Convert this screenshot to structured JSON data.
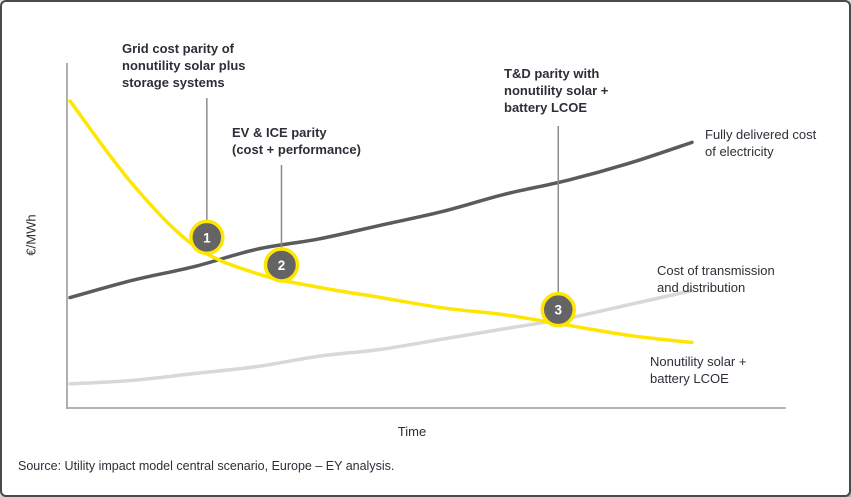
{
  "chart": {
    "y_axis_label": "€/MWh",
    "x_axis_label": "Time",
    "source_note": "Source: Utility impact model central scenario, Europe – EY analysis.",
    "annotations": [
      {
        "number": "1",
        "label": "Grid cost parity of\nnonutility solar plus\nstorage systems"
      },
      {
        "number": "2",
        "label": "EV & ICE parity\n(cost + performance)"
      },
      {
        "number": "3",
        "label": "T&D parity with\nnonutility solar +\nbattery LCOE"
      }
    ],
    "series_labels": [
      "Fully delivered cost\nof electricity",
      "Cost of transmission\nand distribution",
      "Nonutility solar +\nbattery LCOE"
    ],
    "colors": {
      "solar": "#FFE600",
      "delivered": "#5b5b5b",
      "transmission": "#d8d8d8",
      "marker_fill": "#646464",
      "marker_ring": "#FFE600",
      "leader_line": "#8c8c8c",
      "axis": "#9c9c9c",
      "text": "#2e2e38"
    }
  },
  "chart_data": {
    "type": "line",
    "title": "",
    "xlabel": "Time",
    "ylabel": "€/MWh",
    "x": [
      0,
      1,
      2,
      3,
      4,
      5,
      6,
      7,
      8,
      9,
      10
    ],
    "x_note": "conceptual time axis, no tick labels shown",
    "y_note": "conceptual cost axis in €/MWh, no tick labels shown; values are relative units",
    "ylim": [
      0,
      100
    ],
    "grid": false,
    "legend_position": "labels at right end of each line",
    "series": [
      {
        "name": "Nonutility solar + battery LCOE",
        "color": "#FFE600",
        "values": [
          89,
          65,
          47,
          39,
          35,
          32,
          29,
          27,
          24,
          21,
          19
        ]
      },
      {
        "name": "Fully delivered cost of electricity",
        "color": "#5b5b5b",
        "values": [
          32,
          37,
          41,
          46,
          49,
          53,
          57,
          62,
          66,
          71,
          77
        ]
      },
      {
        "name": "Cost of transmission and distribution",
        "color": "#d8d8d8",
        "values": [
          7,
          8,
          10,
          12,
          15,
          17,
          20,
          23,
          26,
          30,
          34
        ]
      }
    ],
    "markers": [
      {
        "number": "1",
        "x": 2.2,
        "annotation": "Grid cost parity of nonutility solar plus storage systems",
        "meaning": "solar+battery LCOE crosses fully delivered cost of electricity"
      },
      {
        "number": "2",
        "x": 3.4,
        "annotation": "EV & ICE parity (cost + performance)"
      },
      {
        "number": "3",
        "x": 7.85,
        "annotation": "T&D parity with nonutility solar + battery LCOE",
        "meaning": "solar+battery LCOE crosses cost of transmission and distribution"
      }
    ]
  }
}
